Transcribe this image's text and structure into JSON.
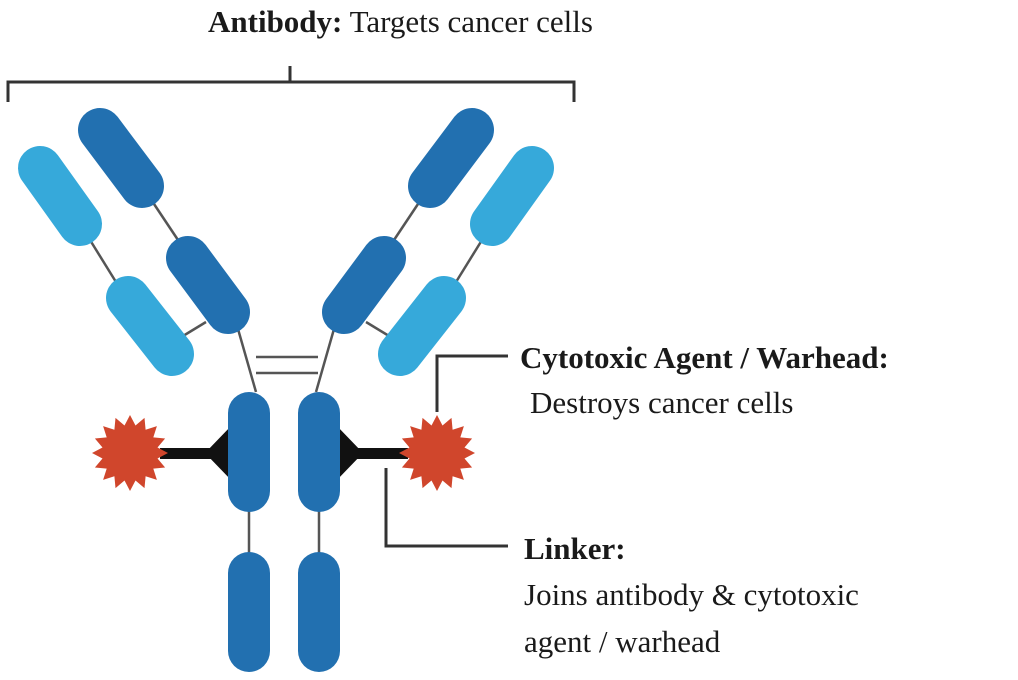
{
  "title": {
    "bold": "Antibody:",
    "rest": " Targets cancer cells"
  },
  "warhead": {
    "heading": "Cytotoxic Agent / Warhead:",
    "description": "Destroys cancer cells"
  },
  "linker": {
    "heading": "Linker:",
    "line1": "Joins antibody & cytotoxic",
    "line2": "agent / warhead"
  },
  "colors": {
    "heavy_chain": "#2270b0",
    "light_chain": "#36a9da",
    "warhead": "#d0462c",
    "linker": "#111111"
  }
}
